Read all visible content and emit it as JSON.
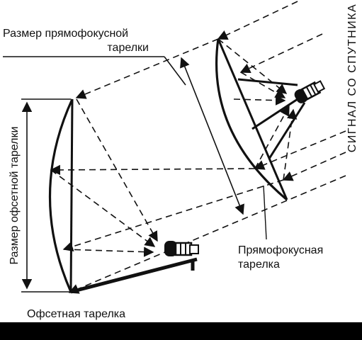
{
  "labels": {
    "prime_size_line1": "Размер прямофокусной",
    "prime_size_line2": "тарелки",
    "offset_size": "Размер офсетной тарелки",
    "satellite_signal": "СИГНАЛ СО СПУТНИКА",
    "prime_dish_line1": "Прямофокусная",
    "prime_dish_line2": "тарелка",
    "offset_dish": "Офсетная тарелка"
  },
  "colors": {
    "ink": "#111111",
    "background": "#ffffff",
    "bottom_bar": "#000000"
  }
}
